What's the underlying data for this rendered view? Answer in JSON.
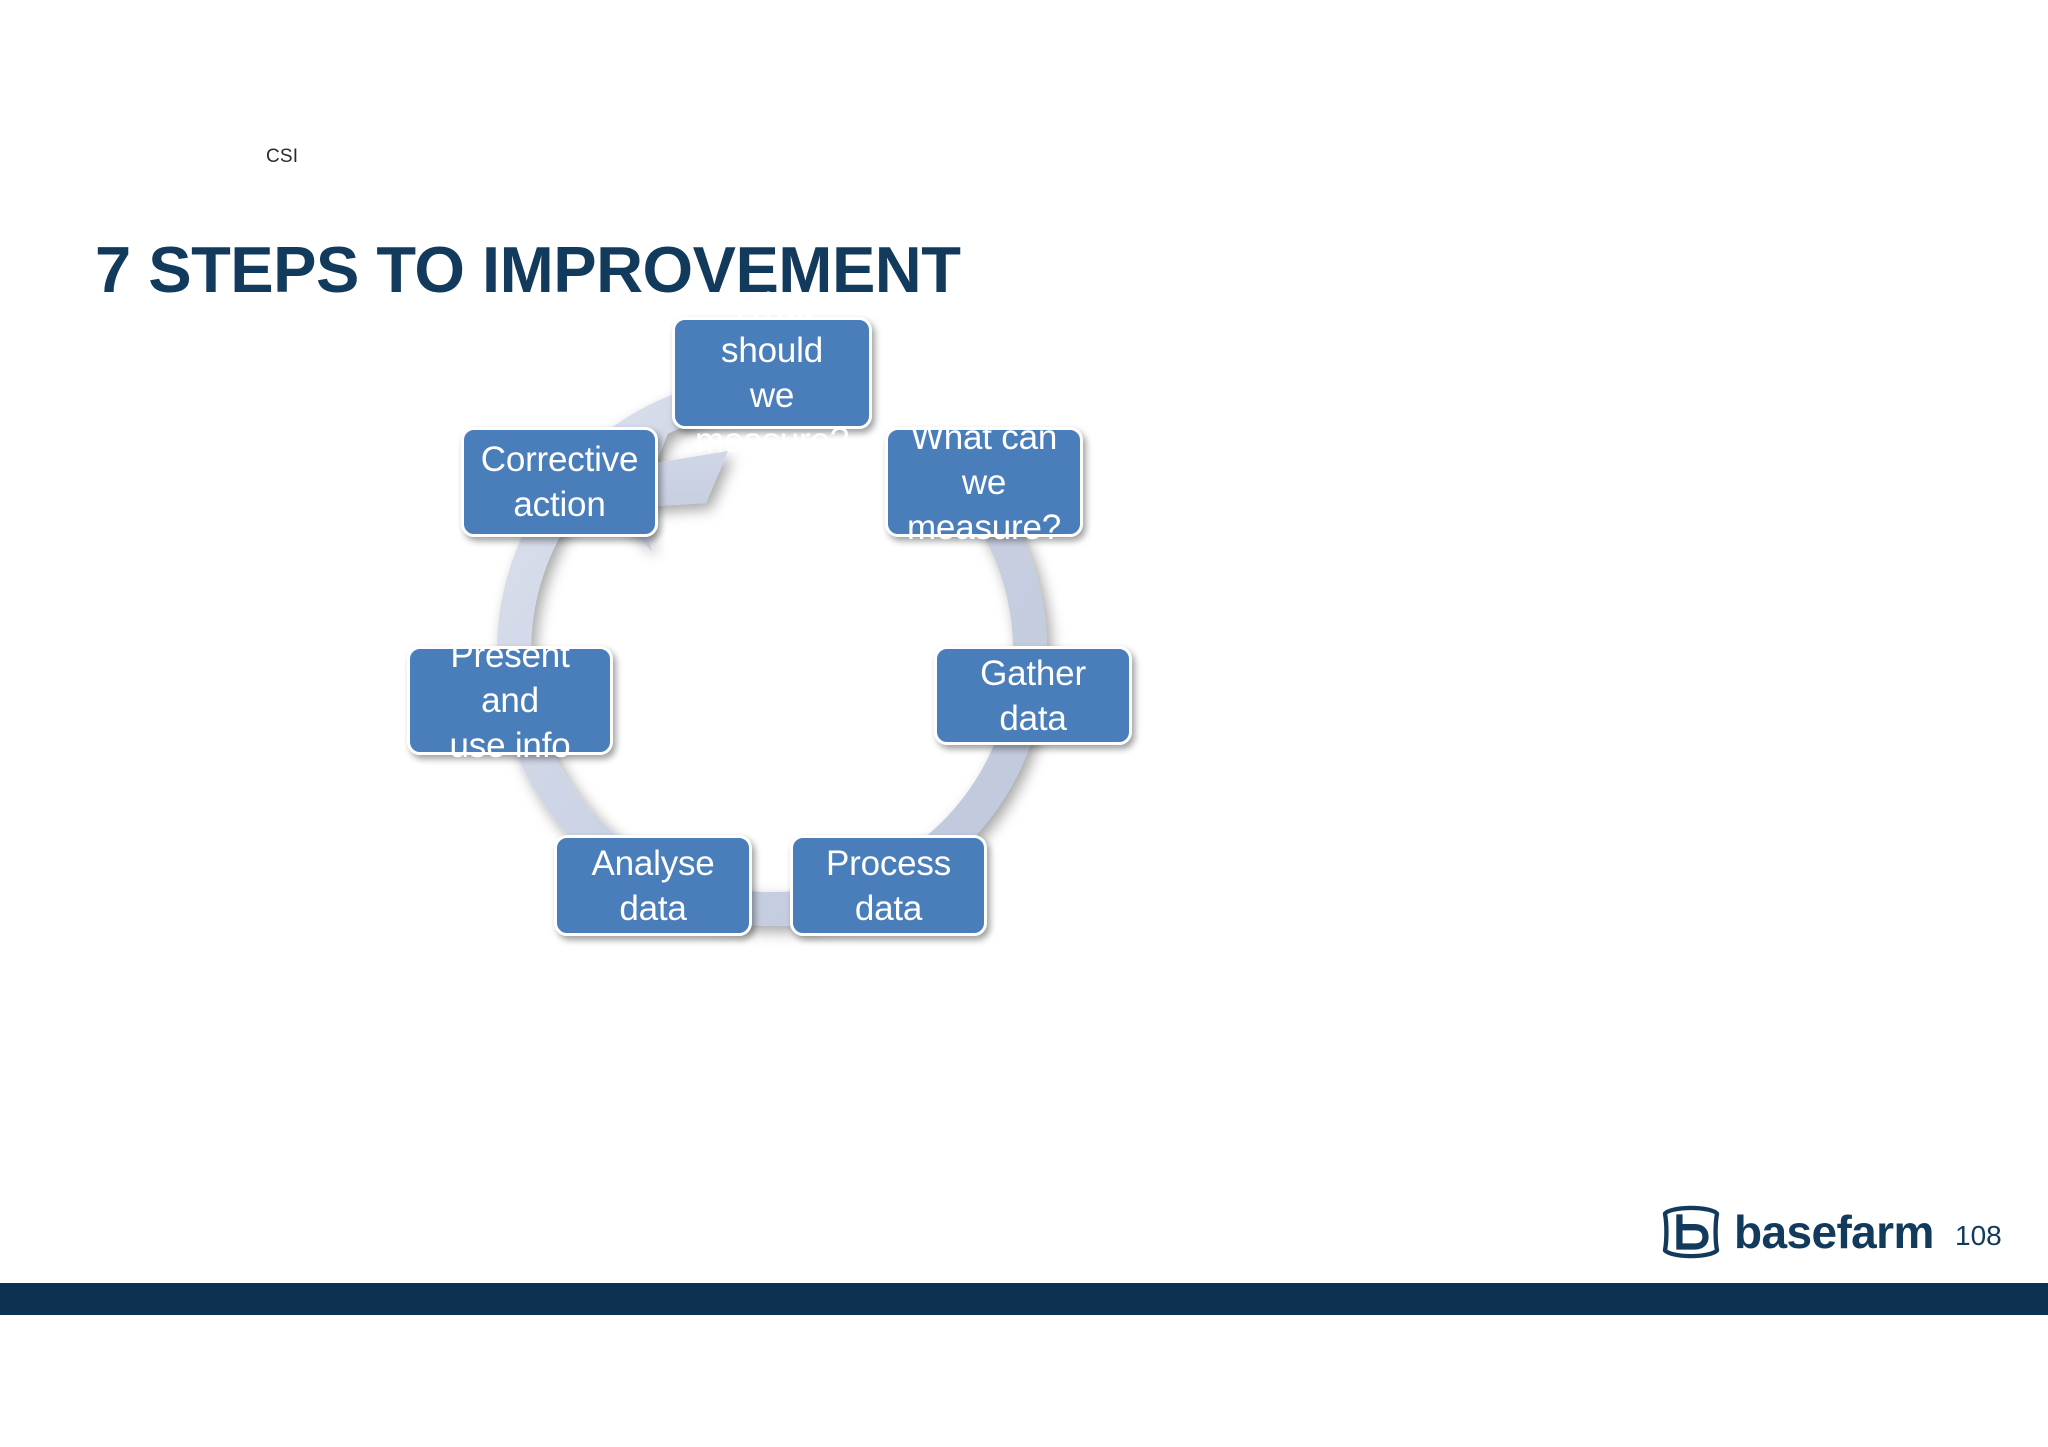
{
  "slide": {
    "kicker": "CSI",
    "title": "7 STEPS TO IMPROVEMENT",
    "page_number": "108",
    "background_color": "#ffffff",
    "title_color": "#123a5c",
    "bottom_bar_color": "#0c3151"
  },
  "brand": {
    "logo_word": "basefarm",
    "logo_mark_name": "basefarm-b-logo",
    "color": "#123a5c"
  },
  "chart_data": {
    "type": "diagram",
    "diagram_type": "cycle",
    "title": "7 STEPS TO IMPROVEMENT",
    "direction": "clockwise",
    "ring_color": "#ccd3e3",
    "node_fill": "#4a7ebb",
    "node_text_color": "#ffffff",
    "node_border_color": "#ffffff",
    "steps": [
      {
        "index": 1,
        "label": "What should we measure?",
        "lines": [
          "What should",
          "we measure?"
        ],
        "position": "top"
      },
      {
        "index": 2,
        "label": "What can we measure?",
        "lines": [
          "What can we",
          "measure?"
        ],
        "position": "upper-right"
      },
      {
        "index": 3,
        "label": "Gather data",
        "lines": [
          "Gather data"
        ],
        "position": "right"
      },
      {
        "index": 4,
        "label": "Process data",
        "lines": [
          "Process data"
        ],
        "position": "lower-right"
      },
      {
        "index": 5,
        "label": "Analyse data",
        "lines": [
          "Analyse data"
        ],
        "position": "lower-left"
      },
      {
        "index": 6,
        "label": "Present and use info",
        "lines": [
          "Present and",
          "use info"
        ],
        "position": "left"
      },
      {
        "index": 7,
        "label": "Corrective action",
        "lines": [
          "Corrective",
          "action"
        ],
        "position": "upper-left"
      }
    ],
    "arrowhead": {
      "from_step": 7,
      "to_step": 1,
      "description": "arrow closing the loop from Corrective action to What should we measure?"
    }
  }
}
